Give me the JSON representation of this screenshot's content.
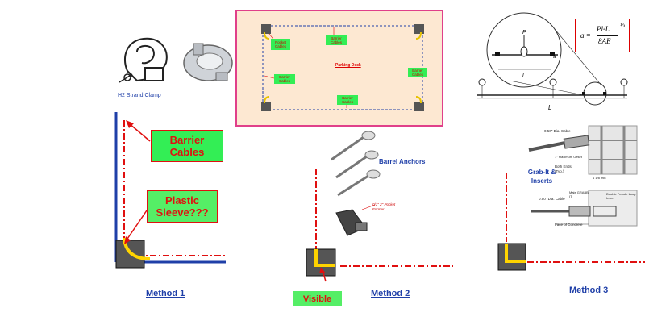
{
  "top_left": {
    "clamp_caption": "H2 Strand Clamp"
  },
  "parking": {
    "deck_label": "Parking Deck",
    "tags": [
      "Pocket Cables",
      "Barrier Cables",
      "Barrier Cables",
      "Barrier Cables",
      "Barrier Cables"
    ]
  },
  "formula": {
    "lhs": "a =",
    "num": "Pl²L",
    "den": "8AE",
    "exp": "⅓"
  },
  "beam": {
    "load": "P",
    "span_small": "l",
    "span_large": "L",
    "ref": "a"
  },
  "method1": {
    "label": "Method 1",
    "barrier_label": "Barrier Cables",
    "sleeve_label": "Plastic Sleeve???"
  },
  "method2": {
    "label": "Method 2",
    "anchors_label": "Barrel Anchors",
    "former_label": "0/1\" 2\" Pocket Former",
    "visible_label": "Visible"
  },
  "method3": {
    "label": "Method 3",
    "grab_label": "Grab-It & Inserts",
    "cable_top": "0.50\" Dia. Cable",
    "max_offset": "1\" maximum Offset",
    "both_ends": "Both Ends (Typ.)",
    "dim1": "1 1/8 min",
    "cable_bottom": "0.50\" Dia. Cable",
    "part": "Male GRABB-IT",
    "ferrule": "Double Ferrule Loop Insert",
    "face": "Face of Concrete"
  },
  "colors": {
    "method_blue": "#1f3fa8",
    "barrier_green": "#33ee55",
    "sleeve_green": "#55ee66",
    "red": "#e01010",
    "block_gray": "#555555",
    "deck_bg": "#fde8d2",
    "deck_border": "#e0408a"
  }
}
